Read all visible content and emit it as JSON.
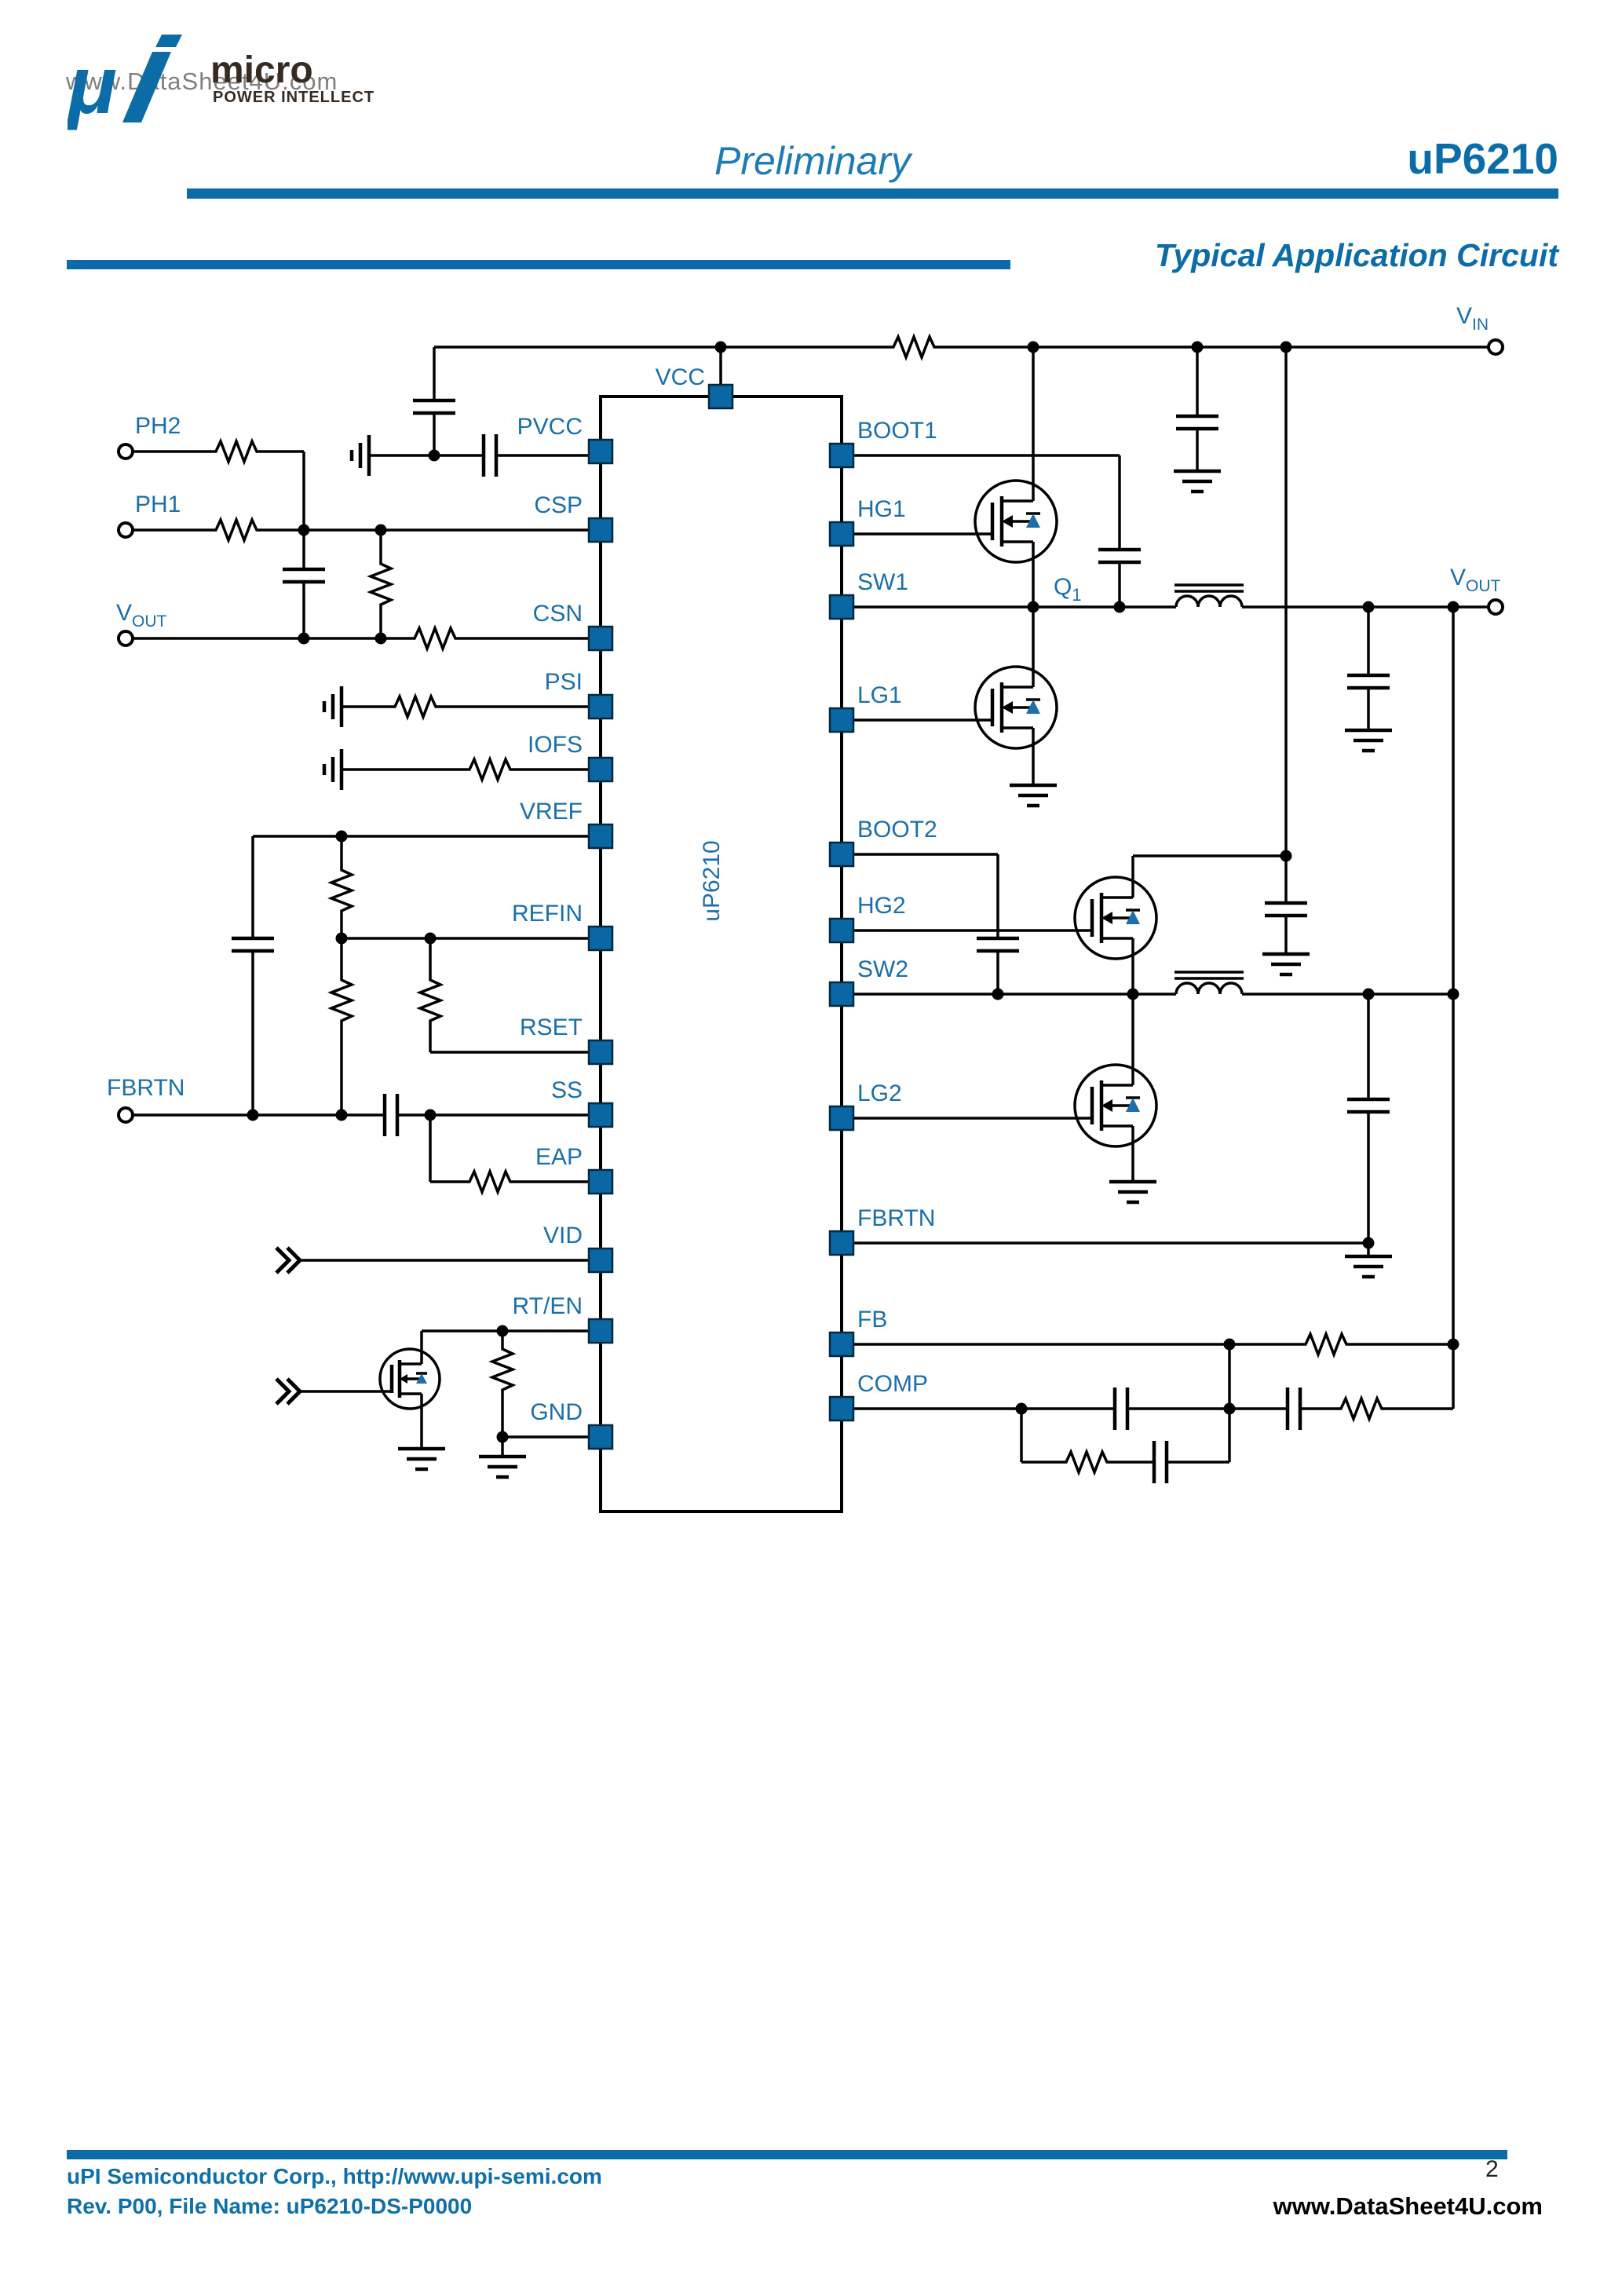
{
  "watermark_top": "www.DataSheet4U.com",
  "watermark_bottom": "www.DataSheet4U.com",
  "header": {
    "logo_glyph": "μ",
    "logo_name": "micro",
    "logo_tagline": "POWER INTELLECT",
    "status": "Preliminary",
    "part": "uP6210"
  },
  "section_title": "Typical Application Circuit",
  "ic": {
    "name": "uP6210",
    "top_pin": "VCC",
    "left_pins": [
      "PVCC",
      "CSP",
      "CSN",
      "PSI",
      "IOFS",
      "VREF",
      "REFIN",
      "RSET",
      "SS",
      "EAP",
      "VID",
      "RT/EN",
      "GND"
    ],
    "right_pins": [
      "BOOT1",
      "HG1",
      "SW1",
      "LG1",
      "BOOT2",
      "HG2",
      "SW2",
      "LG2",
      "FBRTN",
      "FB",
      "COMP"
    ]
  },
  "nets": {
    "ph2": "PH2",
    "ph1": "PH1",
    "v": "V",
    "out_sub": "OUT",
    "in_sub": "IN",
    "fbrtn": "FBRTN",
    "q": "Q",
    "q1_sub": "1"
  },
  "footer": {
    "line1": "uPI Semiconductor Corp.,  http://www.upi-semi.com",
    "line2": "Rev. P00, File Name: uP6210-DS-P0000",
    "page": "2"
  },
  "colors": {
    "accent": "#0b6ca8",
    "label_blue": "#1b6faa",
    "pin_fill": "#0a67a3",
    "logo_text": "#362b21",
    "watermark_gray": "#7f7f7f"
  }
}
